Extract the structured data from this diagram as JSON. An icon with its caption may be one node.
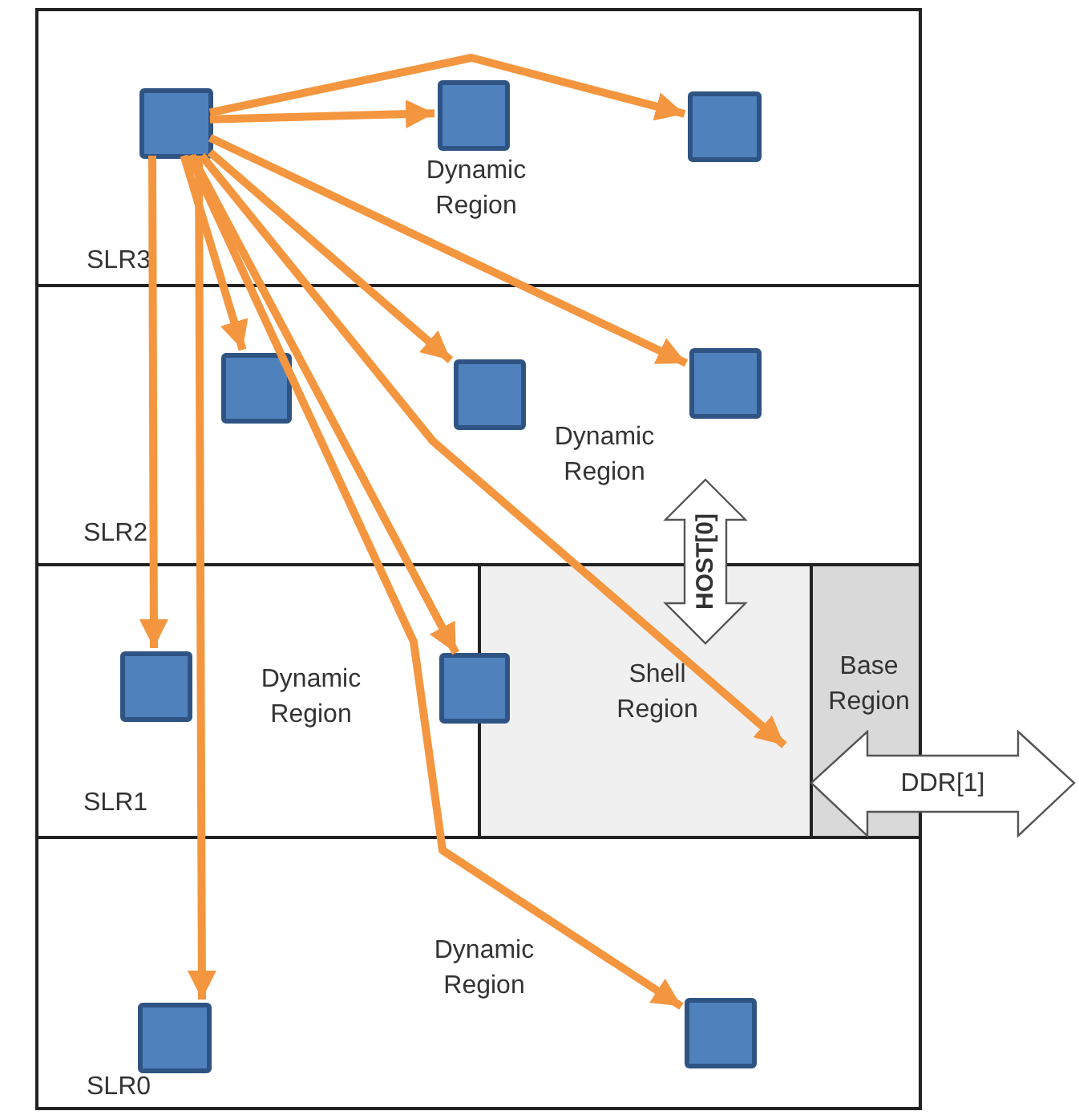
{
  "diagram": {
    "nodes": [
      {
        "text": [
          "Dynamic Region",
          "SLR3"
        ]
      },
      {
        "text": [],
        "shape": "box",
        "in": 0
      },
      {
        "text": [],
        "shape": "box",
        "in": 0
      },
      {
        "text": [],
        "shape": "box",
        "in": 0
      },
      {
        "text": [
          "Dynamic Region",
          "SLR2"
        ]
      },
      {
        "text": [],
        "shape": "box",
        "in": 4
      },
      {
        "text": [],
        "shape": "box",
        "in": 4
      },
      {
        "text": [],
        "shape": "box",
        "in": 4
      },
      {
        "text": [
          "Dynamic Region",
          "SLR1"
        ]
      },
      {
        "text": [],
        "shape": "box",
        "in": 8
      },
      {
        "text": [],
        "shape": "box"
      },
      {
        "text": [
          "Shell Region"
        ]
      },
      {
        "text": [
          "Base Region"
        ]
      },
      {
        "text": [
          "Dynamic Region",
          "SLR0"
        ]
      },
      {
        "text": [],
        "shape": "box",
        "in": 13
      },
      {
        "text": [],
        "shape": "box",
        "in": 13
      },
      {
        "text": [
          "DDR[1]"
        ]
      }
    ],
    "edges": [
      {
        "from": 1,
        "to": 2,
        "arrow": "to"
      },
      {
        "from": 1,
        "to": 3,
        "arrow": "to"
      },
      {
        "from": 1,
        "to": 7,
        "arrow": "to"
      },
      {
        "from": 1,
        "to": 6,
        "arrow": "to"
      },
      {
        "from": 1,
        "to": 11,
        "arrow": "to"
      },
      {
        "from": 1,
        "to": 10,
        "arrow": "to"
      },
      {
        "from": 1,
        "to": 15,
        "arrow": "to"
      },
      {
        "from": 1,
        "to": 5,
        "arrow": "to"
      },
      {
        "from": 1,
        "to": 9,
        "arrow": "to"
      },
      {
        "from": 1,
        "to": 14,
        "arrow": "to"
      },
      {
        "from": 4,
        "to": 11,
        "arrow": "both",
        "label": "HOST[0]",
        "style": "thick"
      }
    ]
  }
}
